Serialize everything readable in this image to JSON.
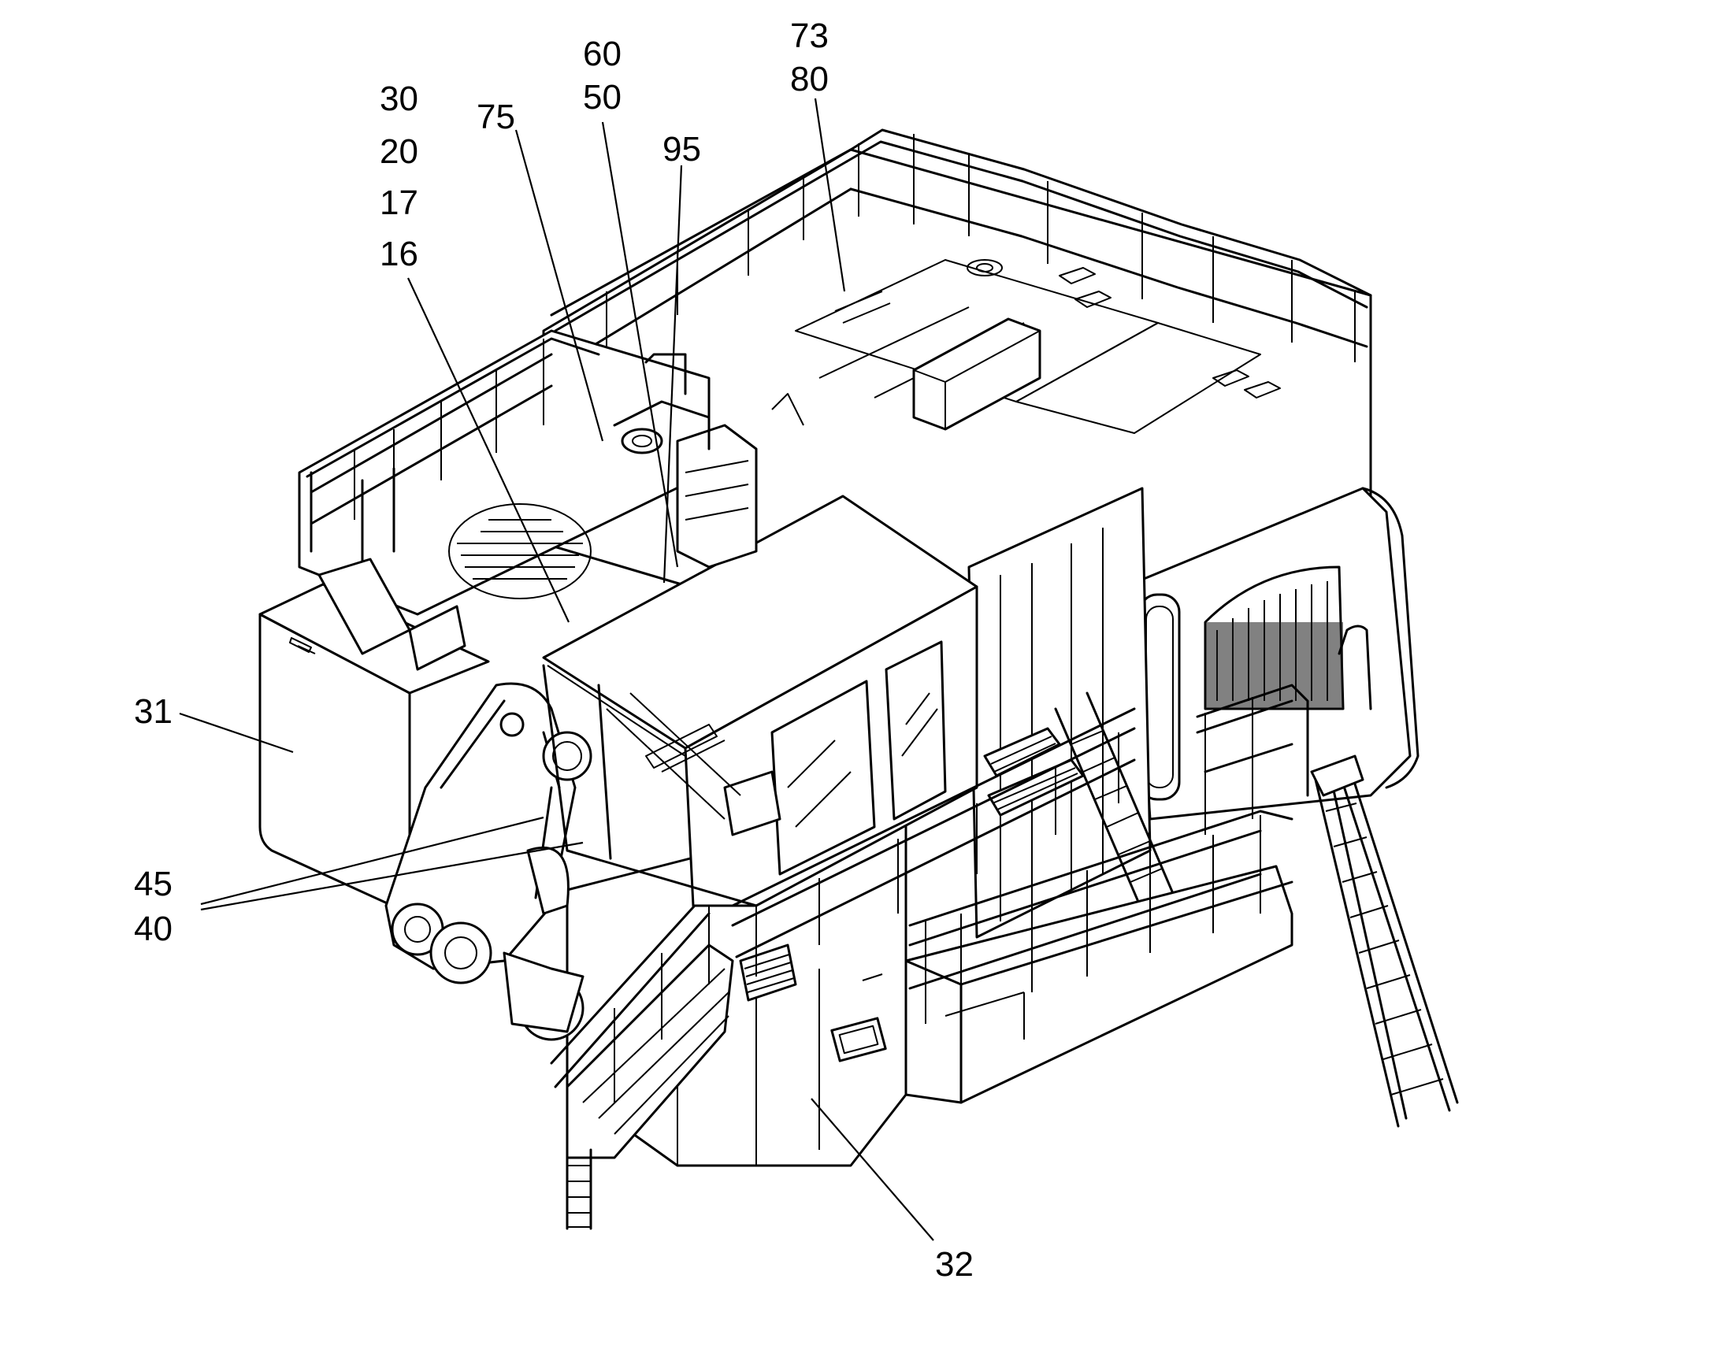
{
  "figure": {
    "labels": [
      {
        "id": "73",
        "text": "73"
      },
      {
        "id": "80",
        "text": "80"
      },
      {
        "id": "60",
        "text": "60"
      },
      {
        "id": "50",
        "text": "50"
      },
      {
        "id": "30",
        "text": "30"
      },
      {
        "id": "20",
        "text": "20"
      },
      {
        "id": "17",
        "text": "17"
      },
      {
        "id": "16",
        "text": "16"
      },
      {
        "id": "75",
        "text": "75"
      },
      {
        "id": "95",
        "text": "95"
      },
      {
        "id": "31",
        "text": "31"
      },
      {
        "id": "45",
        "text": "45"
      },
      {
        "id": "40",
        "text": "40"
      },
      {
        "id": "32",
        "text": "32"
      }
    ]
  }
}
